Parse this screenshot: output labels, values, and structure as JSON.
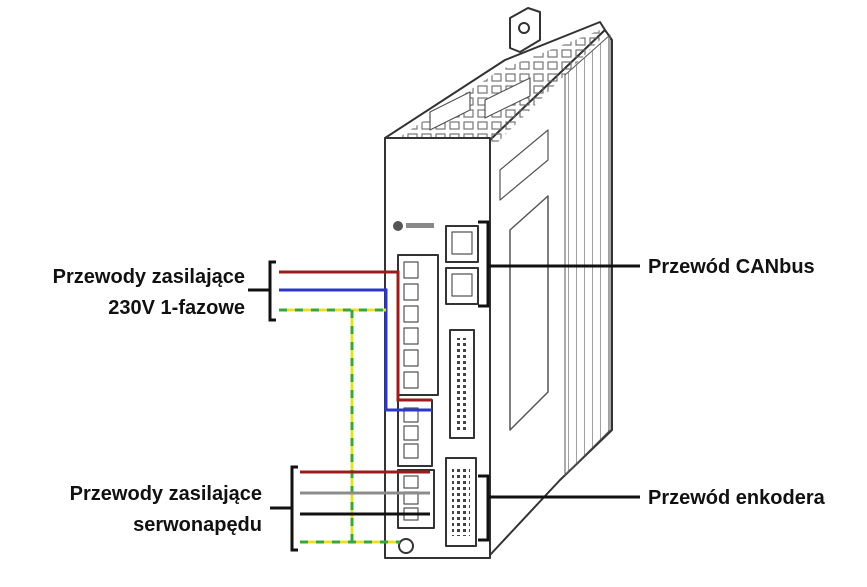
{
  "labels": {
    "power_in_line1": "Przewody zasilające",
    "power_in_line2": "230V 1-fazowe",
    "servo_line1": "Przewody zasilające",
    "servo_line2": "serwonapędu",
    "canbus": "Przewód CANbus",
    "encoder": "Przewód enkodera"
  },
  "colors": {
    "phase": "#9b1c1c",
    "neutral": "#2b37c9",
    "earth_a": "#e8e02a",
    "earth_b": "#3aa63a",
    "servo_gray": "#8c8c8c",
    "servo_black": "#111111",
    "outline": "#333333"
  }
}
